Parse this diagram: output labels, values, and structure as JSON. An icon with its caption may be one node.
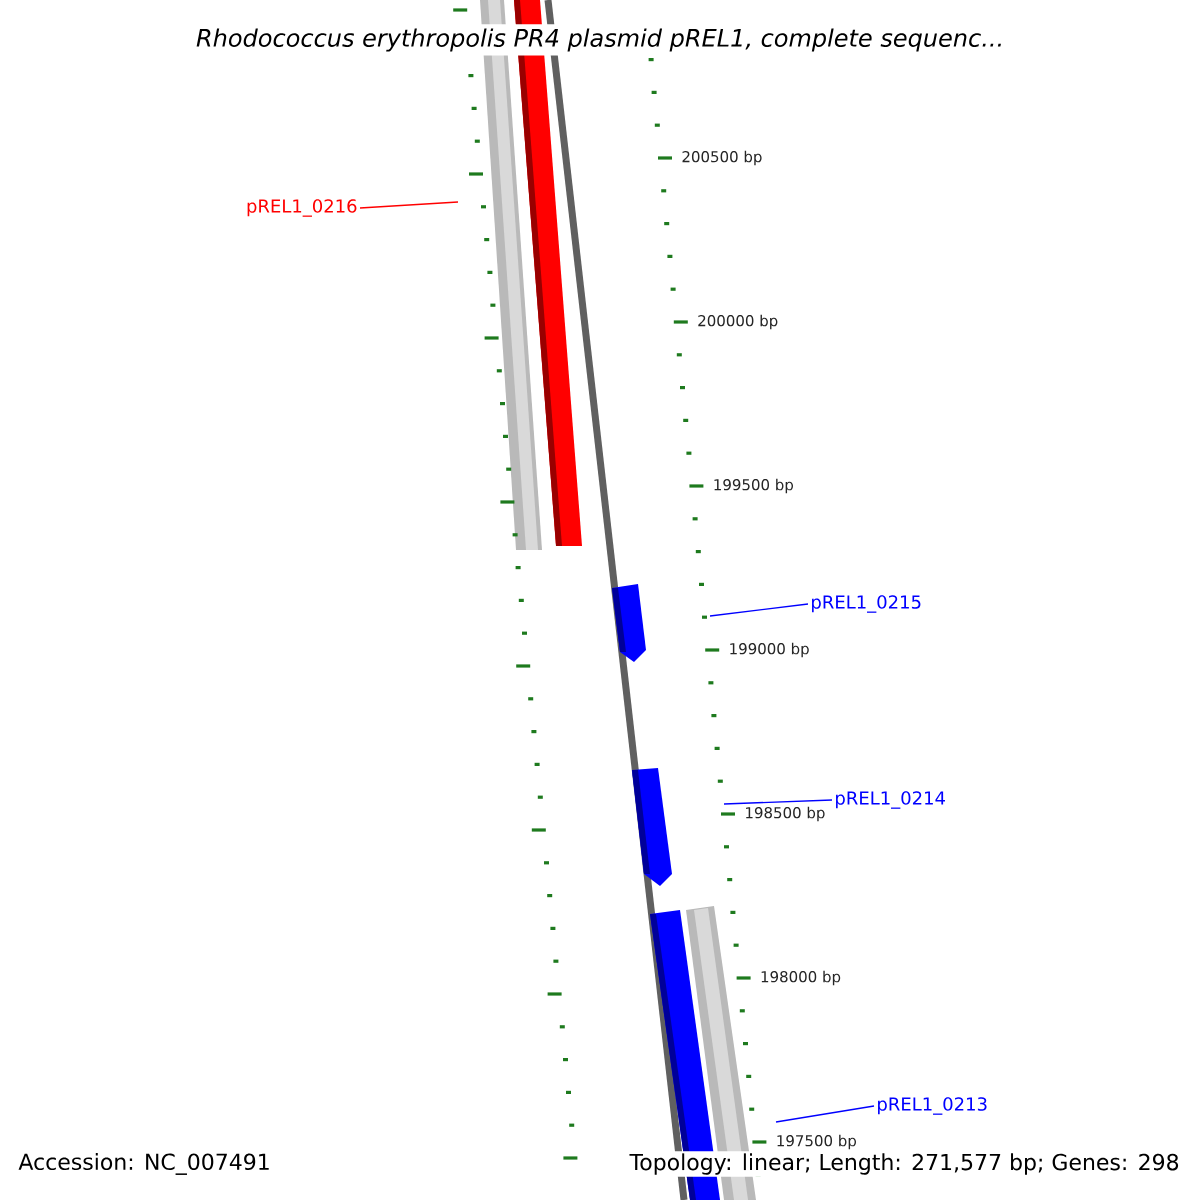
{
  "diagram": {
    "title": "Rhodococcus erythropolis PR4 plasmid pREL1, complete sequenc...",
    "nodes": [
      {
        "text": [
          "pREL1_0216"
        ]
      },
      {
        "text": [],
        "shape": "bar"
      },
      {
        "text": [
          "pREL1_0215"
        ]
      },
      {
        "text": [],
        "shape": "bar"
      },
      {
        "text": [
          "pREL1_0214"
        ]
      },
      {
        "text": [],
        "shape": "bar"
      },
      {
        "text": [
          "pREL1_0213"
        ]
      },
      {
        "text": [],
        "shape": "bar"
      }
    ],
    "edges": [
      {
        "from": 0,
        "to": 1,
        "arrow": "none",
        "color": "#ff0000"
      },
      {
        "from": 2,
        "to": 3,
        "arrow": "none"
      },
      {
        "from": 4,
        "to": 5,
        "arrow": "none"
      },
      {
        "from": 6,
        "to": 7,
        "arrow": "none"
      }
    ],
    "labels": [
      "200500 bp",
      "200000 bp",
      "199500 bp",
      "199000 bp",
      "198500 bp",
      "198000 bp",
      "197500 bp",
      "Accession: NC_007491",
      "Topology: linear; Length: 271,577 bp; Genes: 298"
    ]
  }
}
